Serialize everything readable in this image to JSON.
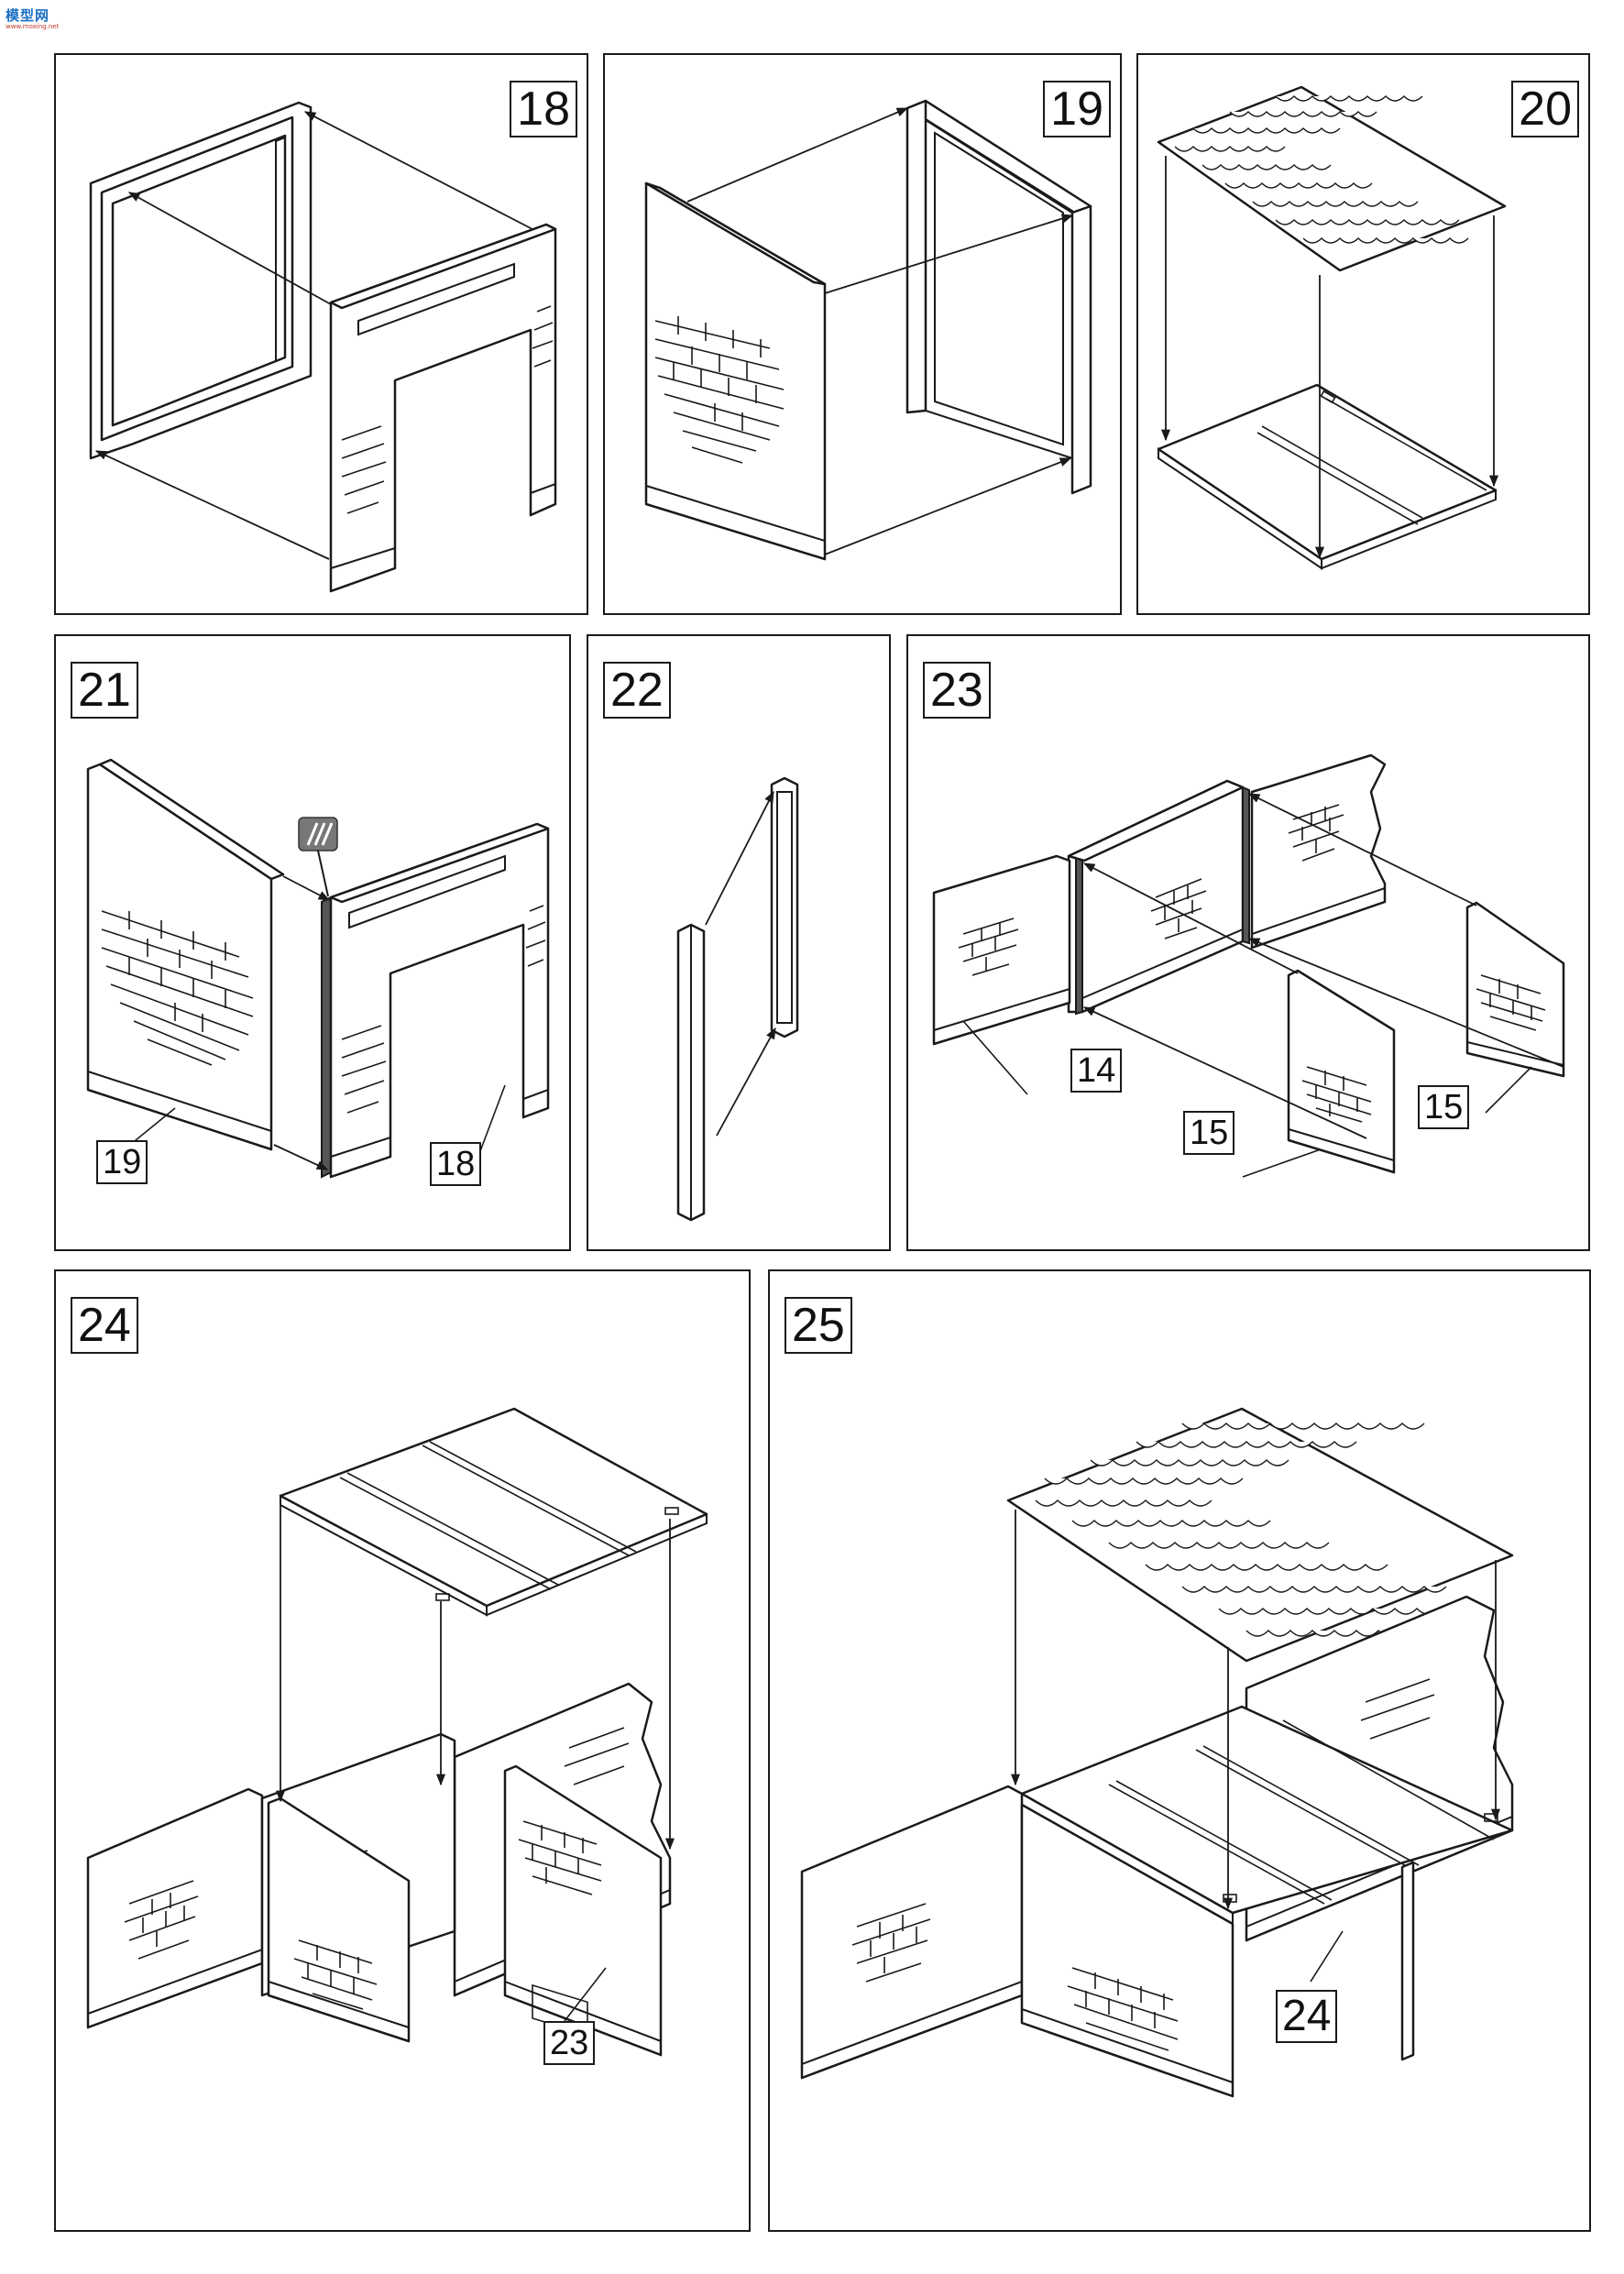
{
  "watermark": {
    "text": "模型网",
    "subtext": "www.moxing.net"
  },
  "steps": [
    {
      "id": "18",
      "label": "18"
    },
    {
      "id": "19",
      "label": "19"
    },
    {
      "id": "20",
      "label": "20"
    },
    {
      "id": "21",
      "label": "21",
      "callouts": [
        "19",
        "18"
      ]
    },
    {
      "id": "22",
      "label": "22"
    },
    {
      "id": "23",
      "label": "23",
      "callouts": [
        "14",
        "15",
        "15"
      ]
    },
    {
      "id": "24",
      "label": "24",
      "callouts": [
        "23"
      ]
    },
    {
      "id": "25",
      "label": "25",
      "callouts": [
        "24"
      ]
    }
  ],
  "icons": [
    "glue-icon"
  ]
}
